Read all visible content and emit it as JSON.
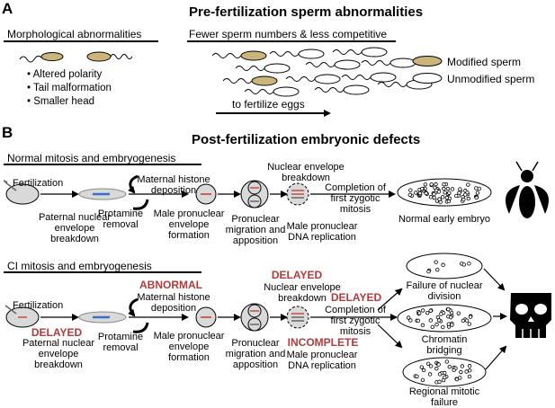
{
  "panel_a": {
    "letter": "A",
    "title": "Pre-fertilization sperm abnormalities",
    "morph_heading": "Morphological abnormalities",
    "bullets": [
      "Altered polarity",
      "Tail malformation",
      "Smaller head"
    ],
    "fewer_heading": "Fewer sperm numbers & less competitive",
    "arrow_label": "to fertilize eggs",
    "legend_modified": "Modified sperm",
    "legend_unmodified": "Unmodified sperm",
    "colors": {
      "modified_fill": "#cbb57a",
      "unmodified_fill": "#ffffff"
    }
  },
  "panel_b": {
    "letter": "B",
    "title": "Post-fertilization embryonic defects",
    "normal": {
      "heading": "Normal mitosis and embryogenesis",
      "fertilization": "Fertilization",
      "paternal": [
        "Paternal nuclear",
        "envelope",
        "breakdown"
      ],
      "maternal": [
        "Maternal histone",
        "deposition"
      ],
      "protamine": [
        "Protamine",
        "removal"
      ],
      "male_pronuclear": [
        "Male pronuclear",
        "envelope",
        "formation"
      ],
      "pronuclear_migration": [
        "Pronuclear",
        "migration and",
        "apposition"
      ],
      "nuclear_envelope": [
        "Nuclear  envelope",
        "breakdown"
      ],
      "completion": [
        "Completion of",
        "first zygotic",
        "mitosis"
      ],
      "dna_replication": [
        "Male pronuclear",
        "DNA replication"
      ],
      "outcome": "Normal early embryo"
    },
    "ci": {
      "heading": "CI mitosis and embryogenesis",
      "fertilization": "Fertilization",
      "delayed1": "DELAYED",
      "paternal": [
        "Paternal nuclear",
        "envelope",
        "breakdown"
      ],
      "abnormal": "ABNORMAL",
      "maternal": [
        "Maternal histone",
        "deposition"
      ],
      "protamine": [
        "Protamine",
        "removal"
      ],
      "male_pronuclear": [
        "Male pronuclear",
        "envelope",
        "formation"
      ],
      "pronuclear_migration": [
        "Pronuclear",
        "migration and",
        "apposition"
      ],
      "delayed2": "DELAYED",
      "nuclear_envelope": [
        "Nuclear envelope",
        "breakdown"
      ],
      "delayed3": "DELAYED",
      "completion": [
        "Completion of",
        "first zygotic",
        "mitosis"
      ],
      "incomplete": "INCOMPLETE",
      "dna_replication": [
        "Male pronuclear",
        "DNA replication"
      ],
      "outcomes": [
        [
          "Failure of nuclear",
          "division"
        ],
        [
          "Chromatin",
          "bridging"
        ],
        [
          "Regional mitotic",
          "failure"
        ]
      ]
    },
    "colors": {
      "red_text": "#b33a3a",
      "paternal_blue": "#3a6fc4",
      "chrom_red": "#c0392b",
      "cell_grey": "#d9d9d9"
    }
  }
}
